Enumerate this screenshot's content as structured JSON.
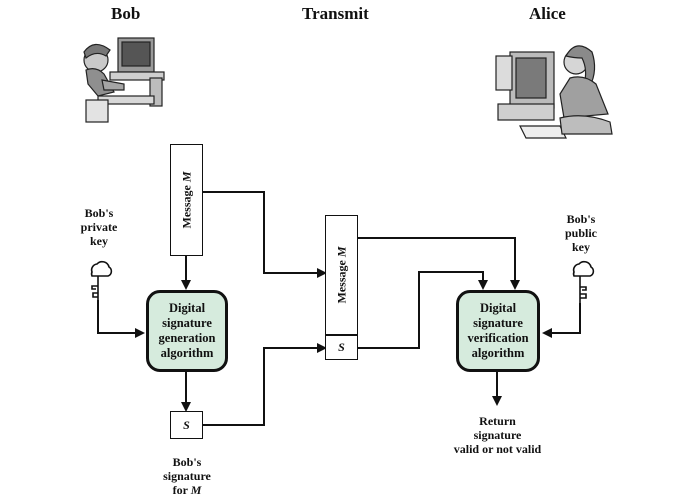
{
  "headers": {
    "bob": "Bob",
    "transmit": "Transmit",
    "alice": "Alice"
  },
  "bob_key": {
    "line1": "Bob's",
    "line2": "private",
    "line3": "key"
  },
  "alice_key": {
    "line1": "Bob's",
    "line2": "public",
    "line3": "key"
  },
  "message_box": {
    "text": "Message",
    "var": "M"
  },
  "transmit_message": {
    "text": "Message",
    "var": "M"
  },
  "signature_symbol": "S",
  "generation_algorithm": {
    "line1": "Digital",
    "line2": "signature",
    "line3": "generation",
    "line4": "algorithm"
  },
  "verification_algorithm": {
    "line1": "Digital",
    "line2": "signature",
    "line3": "verification",
    "line4": "algorithm"
  },
  "bob_signature_caption": {
    "line1": "Bob's",
    "line2": "signature",
    "line3": "for",
    "var": "M"
  },
  "return_caption": {
    "line1": "Return",
    "line2": "signature",
    "line3": "valid or not valid"
  },
  "colors": {
    "algorithm_fill": "#d6ebdd",
    "stroke": "#111111"
  },
  "icons": [
    "bob-at-computer-icon",
    "alice-at-computer-icon",
    "private-key-icon",
    "public-key-icon"
  ]
}
